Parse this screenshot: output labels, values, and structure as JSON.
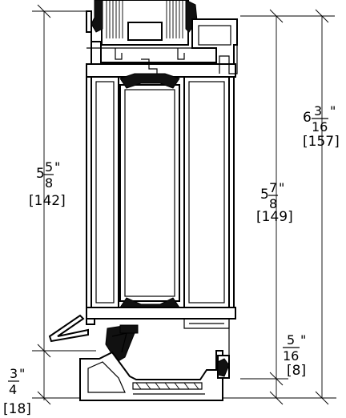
{
  "dimensions": {
    "left_height": {
      "whole": "5",
      "numerator": "5",
      "denominator": "8",
      "unit_mark": "\"",
      "metric": "[142]"
    },
    "middle_height": {
      "whole": "5",
      "numerator": "7",
      "denominator": "8",
      "unit_mark": "\"",
      "metric": "[149]"
    },
    "overall_height": {
      "whole": "6",
      "numerator": "3",
      "denominator": "16",
      "unit_mark": "\"",
      "metric": "[157]"
    },
    "sill_offset": {
      "whole": "",
      "numerator": "5",
      "denominator": "16",
      "unit_mark": "\"",
      "metric": "[8]"
    },
    "bottom_left": {
      "whole": "",
      "numerator": "3",
      "denominator": "4",
      "unit_mark": "\"",
      "metric": "[18]"
    }
  },
  "colors": {
    "line": "#000000",
    "background": "#ffffff"
  }
}
